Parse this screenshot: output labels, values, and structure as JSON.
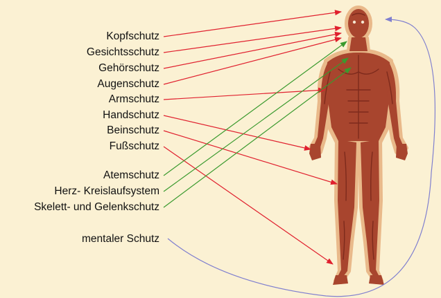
{
  "labels": {
    "kopfschutz": "Kopfschutz",
    "gesichtsschutz": "Gesichtsschutz",
    "gehoerschutz": "Gehörschutz",
    "augenschutz": "Augenschutz",
    "armschutz": "Armschutz",
    "handschutz": "Handschutz",
    "beinschutz": "Beinschutz",
    "fussschutz": "Fußschutz",
    "atemschutz": "Atemschutz",
    "herz_kreislauf": "Herz- Kreislaufsystem",
    "skelett_gelenk": "Skelett- und Gelenkschutz",
    "mentaler_schutz": "mentaler Schutz"
  },
  "colors": {
    "background": "#fbf1d3",
    "external_arrow": "#e0202e",
    "internal_arrow": "#3a9a2e",
    "mental_arrow": "#7f7fcf",
    "muscle": "#a8452e",
    "muscle_dark": "#7d2a1c",
    "skin_outline": "#e9b98a"
  }
}
